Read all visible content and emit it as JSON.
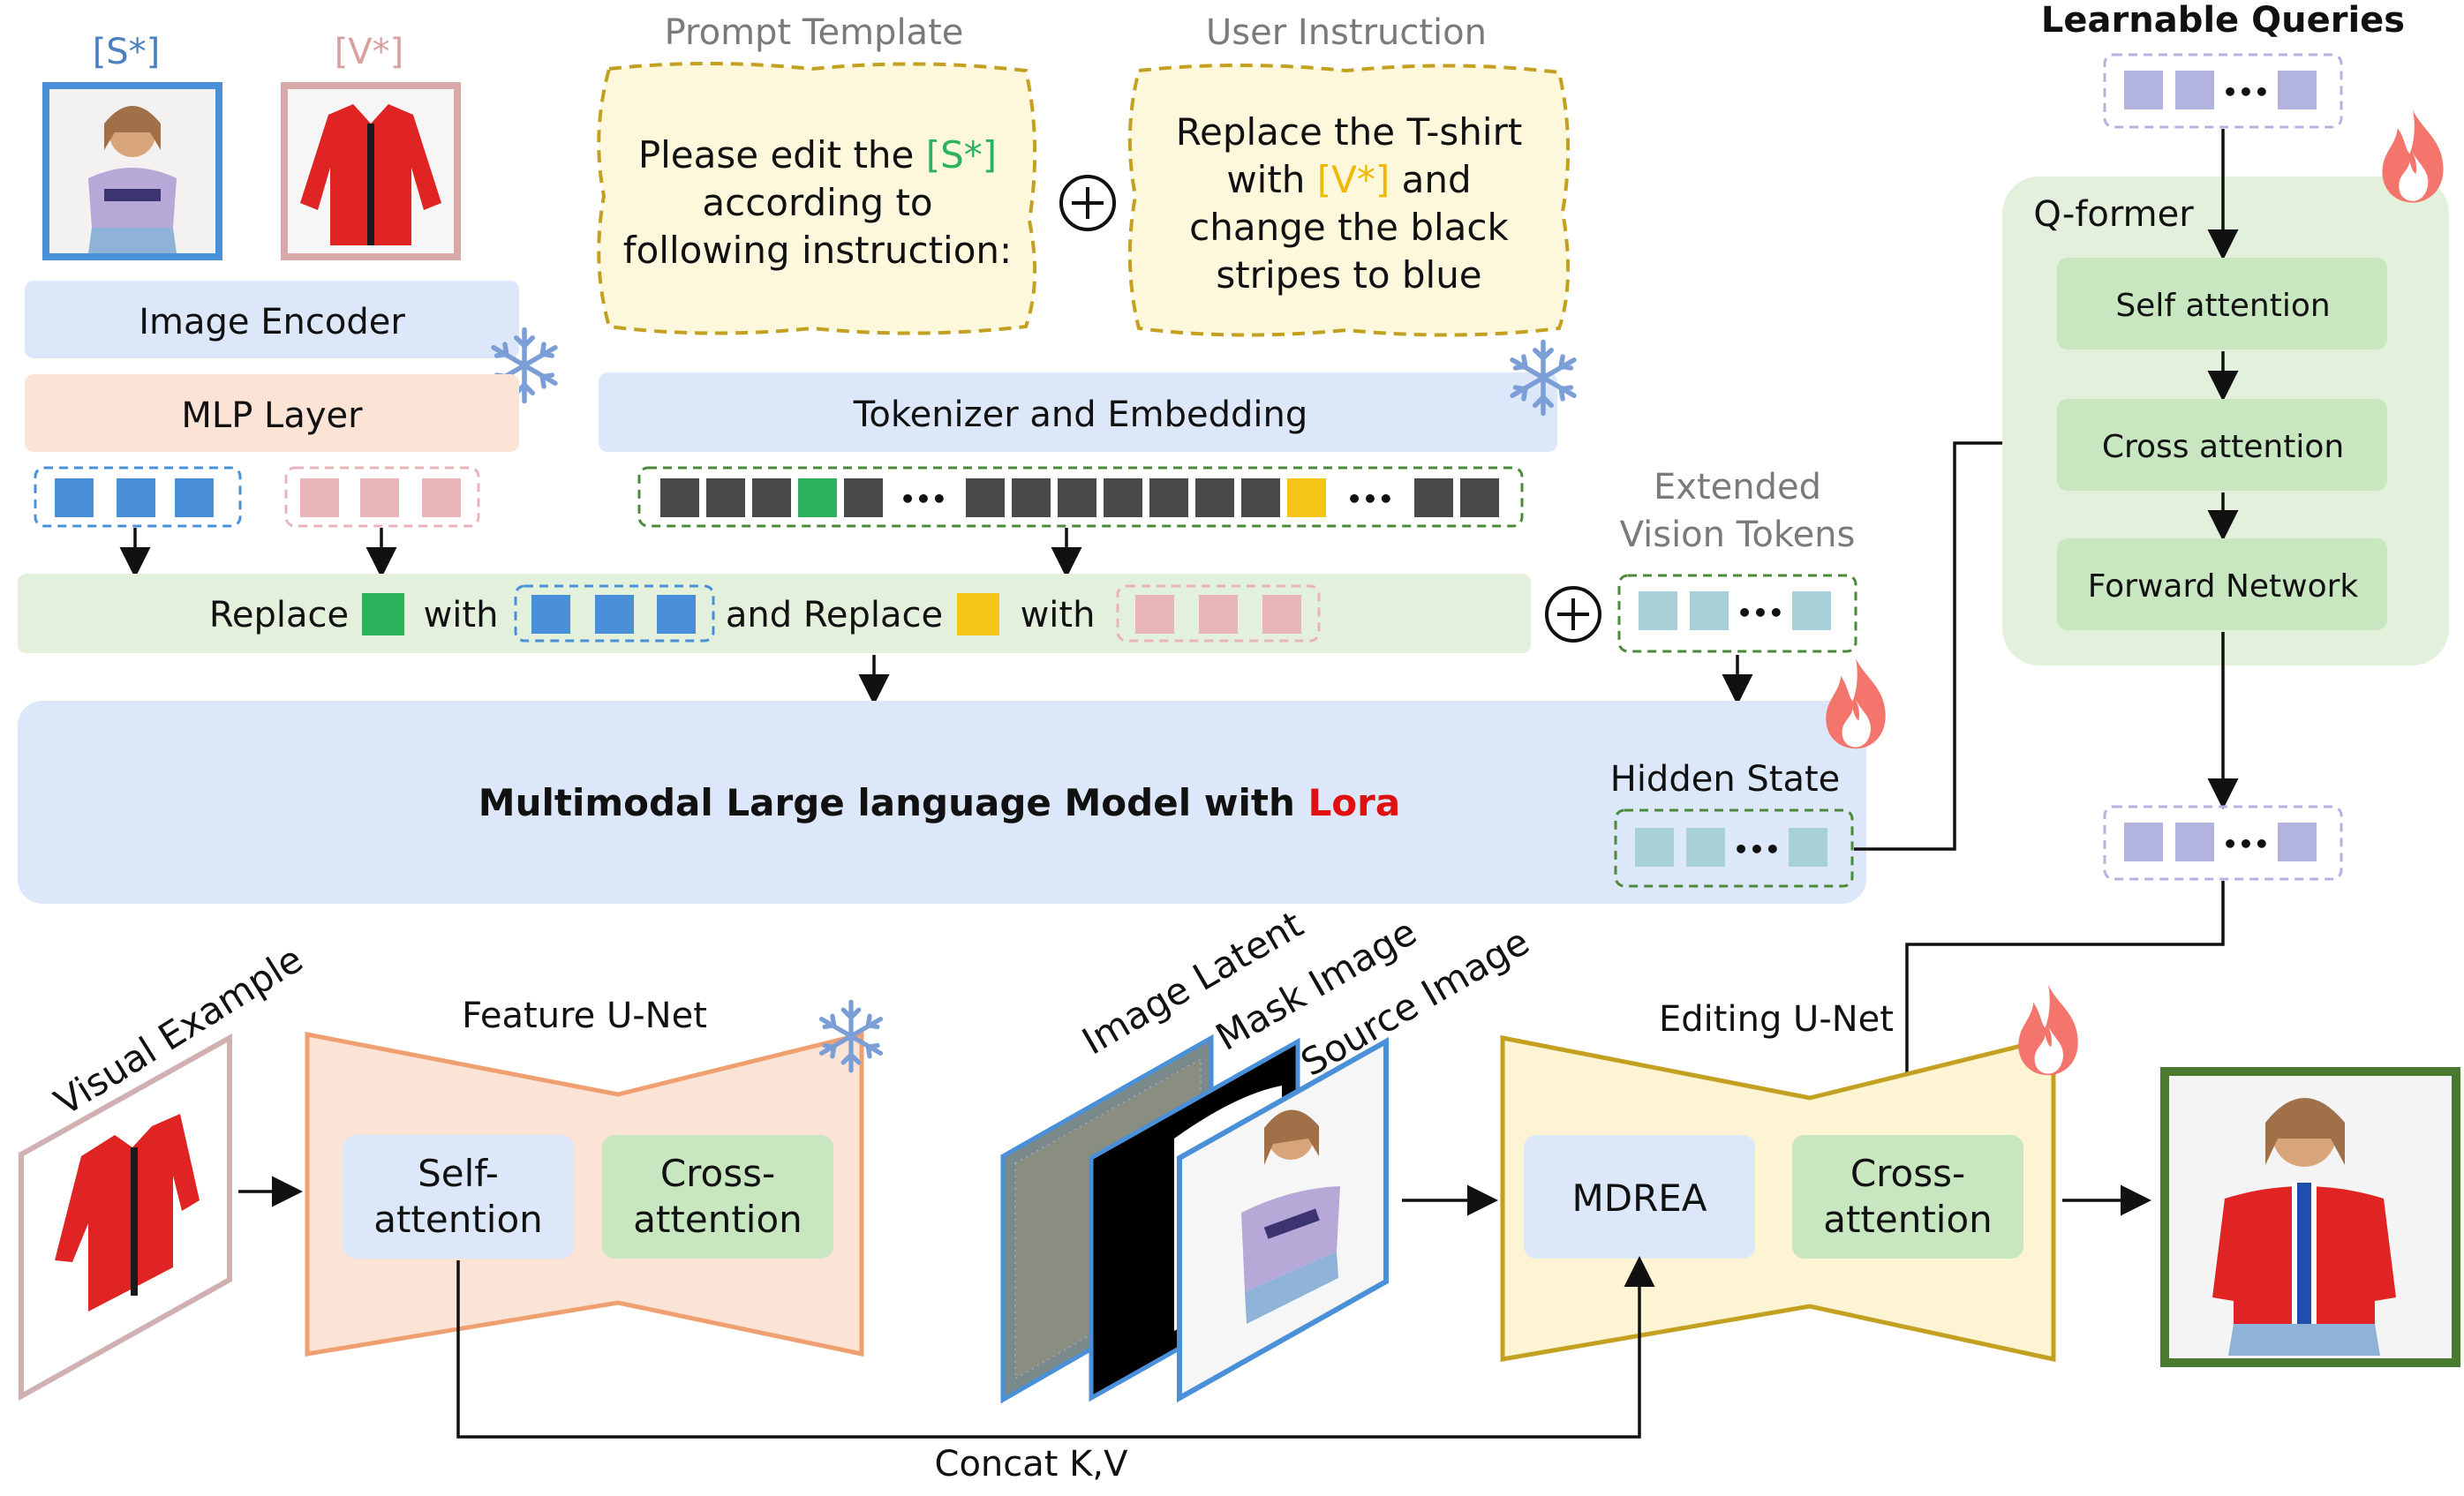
{
  "labels": {
    "s_token": "[S*]",
    "v_token": "[V*]",
    "prompt_template_title": "Prompt Template",
    "user_instruction_title": "User Instruction",
    "prompt_line1_pre": "Please edit the ",
    "prompt_line1_token": "[S*]",
    "prompt_line2": "according to",
    "prompt_line3": "following instruction:",
    "instr_line1": "Replace the T-shirt",
    "instr_line2_pre": "with ",
    "instr_line2_token": "[V*]",
    "instr_line2_post": " and",
    "instr_line3": "change the black",
    "instr_line4": "stripes to blue",
    "image_encoder": "Image Encoder",
    "mlp_layer": "MLP Layer",
    "tokenizer": "Tokenizer and Embedding",
    "extended_line1": "Extended",
    "extended_line2": "Vision Tokens",
    "replace_1": "Replace",
    "with_1": "with",
    "and_replace": "and Replace",
    "with_2": "with",
    "mllm_pre": "Multimodal Large language Model with ",
    "mllm_lora": "Lora",
    "hidden_state": "Hidden State",
    "learnable_queries": "Learnable Queries",
    "qformer": "Q-former",
    "self_attention": "Self attention",
    "cross_attention": "Cross attention",
    "forward_network": "Forward Network",
    "visual_example": "Visual Example",
    "feature_unet": "Feature U-Net",
    "self_attn_1": "Self-",
    "self_attn_2": "attention",
    "cross_attn_1": "Cross-",
    "cross_attn_2": "attention",
    "image_latent": "Image Latent",
    "mask_image": "Mask Image",
    "source_image": "Source Image",
    "editing_unet": "Editing U-Net",
    "mdrea": "MDREA",
    "edit_cross_1": "Cross-",
    "edit_cross_2": "attention",
    "concat": "Concat K,V",
    "ellipsis": "•••"
  },
  "icons": [
    "snowflake-icon",
    "fire-icon",
    "plus-circle-icon",
    "arrow-icon"
  ],
  "colors": {
    "blue_token": "#4a90d9",
    "pink_token": "#e8b4b8",
    "green_token": "#2db35d",
    "yellow_token": "#f5c518",
    "dark_token": "#4a4a4a",
    "teal_token": "#a8d0d8",
    "lavender_token": "#b3b3e0",
    "lora_red": "#e01010",
    "s_token_color": "#4a7fc1",
    "v_token_color": "#d9a0a0",
    "prompt_s_color": "#2db35d",
    "instr_v_color": "#f0b800",
    "encoder_fill": "#dce8fa",
    "mlp_fill": "#fbe3d6",
    "replace_fill": "#e3f0dc",
    "mllm_fill": "#dce8fa",
    "qformer_fill": "#e3f0dc",
    "qformer_inner": "#c8e6c0",
    "feature_unet_fill": "#fbe3d6",
    "editing_unet_fill": "#fcf4d2",
    "mdrea_fill": "#dce8fa"
  }
}
